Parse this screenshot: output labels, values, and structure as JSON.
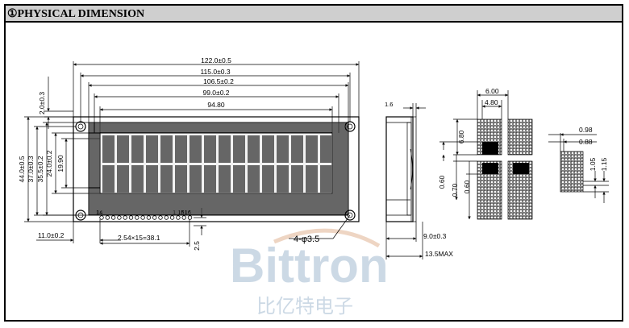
{
  "header": {
    "title": "①PHYSICAL  DIMENSION"
  },
  "dimensions": {
    "overall_width": "122.0±0.5",
    "hole_pitch_width": "115.0±0.3",
    "bezel_width": "106.5±0.2",
    "view_width": "99.0±0.2",
    "active_width": "94.80",
    "top_margin": "2.0±0.3",
    "overall_height": "44.0±0.5",
    "hole_pitch_height": "37.0±0.3",
    "bezel_height": "35.5±0.2",
    "view_height": "24.0±0.2",
    "active_height": "19.90",
    "pin_offset": "11.0±0.2",
    "pin_pitch": "2.54×15=38.1",
    "pin_height": "2.5",
    "hole_dia": "4-φ3.5",
    "pin1_label": "14",
    "pin_end_label": "1 1516",
    "side_thick": "1.6",
    "side_depth": "9.0±0.3",
    "side_max": "13.5MAX",
    "char_width": "6.00",
    "char_pitch_x": "4.80",
    "char_height": "6.80",
    "char_gap": "0.60",
    "char_line_pitch": "0.70",
    "char_gap2": "0.60",
    "dot_pitch": "0.98",
    "dot_size": "0.88",
    "dot_pitch_v": "1.05",
    "dot_size_v": "1.15"
  },
  "watermark": {
    "latin": "Bittron",
    "cjk": "比亿特电子"
  },
  "colors": {
    "header_bg": "#cfcfcf",
    "lcd_bg": "#3a3a3a",
    "watermark": "#6f93b7"
  }
}
